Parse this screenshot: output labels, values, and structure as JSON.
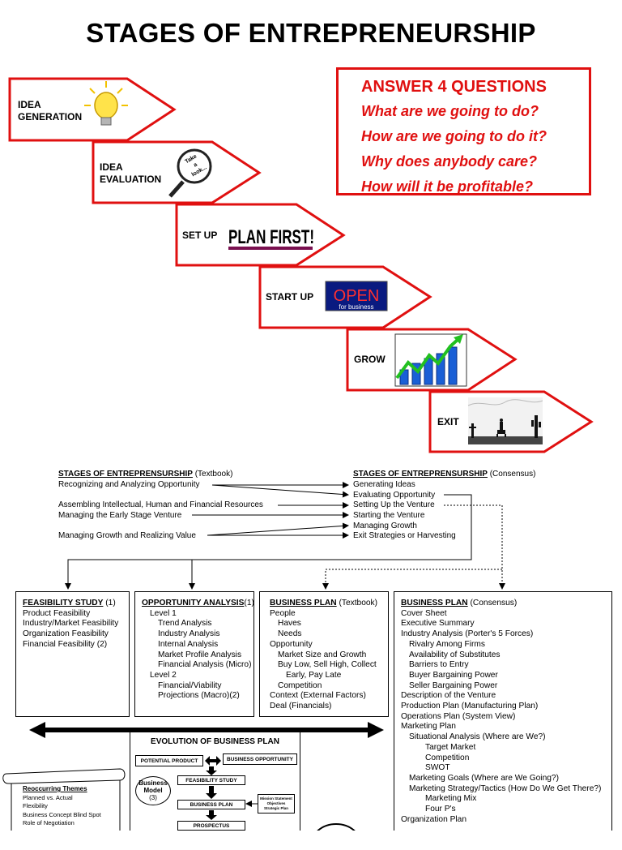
{
  "title": "STAGES OF ENTREPRENEURSHIP",
  "stages": [
    {
      "label_lines": [
        "IDEA",
        "GENERATION"
      ],
      "icon": "light-bulb-icon"
    },
    {
      "label_lines": [
        "IDEA",
        "EVALUATION"
      ],
      "icon": "magnifier-icon",
      "icon_text": [
        "Take",
        "a",
        "look..."
      ]
    },
    {
      "label_lines": [
        "SET UP"
      ],
      "icon": "plan-first-sign",
      "icon_text": [
        "PLAN FIRST!"
      ]
    },
    {
      "label_lines": [
        "START UP"
      ],
      "icon": "open-sign",
      "icon_text": [
        "OPEN",
        "for business"
      ]
    },
    {
      "label_lines": [
        "GROW"
      ],
      "icon": "growth-chart-icon"
    },
    {
      "label_lines": [
        "EXIT"
      ],
      "icon": "desert-rider-icon"
    }
  ],
  "questions": {
    "heading": "ANSWER 4 QUESTIONS",
    "items": [
      "What are we going to do?",
      "How are we going to do it?",
      "Why does anybody care?",
      "How will it be profitable?"
    ]
  },
  "textbook_stages": {
    "heading": "STAGES OF ENTREPRENSURSHIP",
    "suffix": " (Textbook)",
    "items": [
      "Recognizing and Analyzing Opportunity",
      "Assembling Intellectual, Human and Financial Resources",
      "Managing the Early Stage Venture",
      "Managing Growth and Realizing Value"
    ]
  },
  "consensus_stages": {
    "heading": "STAGES OF ENTREPRENSURSHIP",
    "suffix": " (Consensus)",
    "items": [
      "Generating Ideas",
      "Evaluating Opportunity",
      "Setting Up the Venture",
      "Starting the Venture",
      "Managing Growth",
      "Exit Strategies or Harvesting"
    ]
  },
  "feasibility": {
    "heading": "FEASIBILITY STUDY",
    "suffix": " (1)",
    "items": [
      "Product Feasibility",
      "Industry/Market Feasibility",
      "Organization Feasibility",
      "Financial Feasibility (2)"
    ]
  },
  "opportunity": {
    "heading": "OPPORTUNITY ANALYSIS",
    "suffix": "(1)",
    "items": [
      {
        "t": "Level 1",
        "i": 1
      },
      {
        "t": "Trend Analysis",
        "i": 2
      },
      {
        "t": "Industry Analysis",
        "i": 2
      },
      {
        "t": "Internal Analysis",
        "i": 2
      },
      {
        "t": "Market Profile Analysis",
        "i": 2
      },
      {
        "t": "Financial Analysis (Micro)",
        "i": 2
      },
      {
        "t": "Level 2",
        "i": 1
      },
      {
        "t": "Financial/Viability",
        "i": 2
      },
      {
        "t": "Projections (Macro)(2)",
        "i": 2
      }
    ]
  },
  "bp_textbook": {
    "heading": "BUSINESS PLAN",
    "suffix": " (Textbook)",
    "items": [
      {
        "t": "People",
        "i": 0
      },
      {
        "t": "Haves",
        "i": 1
      },
      {
        "t": "Needs",
        "i": 1
      },
      {
        "t": "Opportunity",
        "i": 0
      },
      {
        "t": "Market Size and Growth",
        "i": 1
      },
      {
        "t": "Buy Low, Sell High, Collect",
        "i": 1
      },
      {
        "t": "Early, Pay Late",
        "i": 2
      },
      {
        "t": "Competition",
        "i": 1
      },
      {
        "t": "Context (External Factors)",
        "i": 0
      },
      {
        "t": "Deal (Financials)",
        "i": 0
      }
    ]
  },
  "bp_consensus": {
    "heading": "BUSINESS PLAN",
    "suffix": " (Consensus)",
    "items": [
      {
        "t": "Cover Sheet",
        "i": 0
      },
      {
        "t": "Executive Summary",
        "i": 0
      },
      {
        "t": "Industry Analysis (Porter's 5 Forces)",
        "i": 0
      },
      {
        "t": "Rivalry Among Firms",
        "i": 1
      },
      {
        "t": "Availability of Substitutes",
        "i": 1
      },
      {
        "t": "Barriers to Entry",
        "i": 1
      },
      {
        "t": "Buyer Bargaining Power",
        "i": 1
      },
      {
        "t": "Seller Bargaining Power",
        "i": 1
      },
      {
        "t": "Description of the Venture",
        "i": 0
      },
      {
        "t": "Production Plan (Manufacturing Plan)",
        "i": 0
      },
      {
        "t": "Operations Plan (System View)",
        "i": 0
      },
      {
        "t": "Marketing Plan",
        "i": 0
      },
      {
        "t": "Situational Analysis (Where are We?)",
        "i": 1
      },
      {
        "t": "Target Market",
        "i": 2
      },
      {
        "t": "Competition",
        "i": 2
      },
      {
        "t": "SWOT",
        "i": 2
      },
      {
        "t": "Marketing Goals (Where are We Going?)",
        "i": 1
      },
      {
        "t": "Marketing Strategy/Tactics (How Do We Get There?)",
        "i": 1
      },
      {
        "t": "Marketing Mix",
        "i": 2
      },
      {
        "t": "Four P's",
        "i": 2
      },
      {
        "t": "Organization Plan",
        "i": 0
      }
    ]
  },
  "evolution": {
    "title": "EVOLUTION OF BUSINESS PLAN",
    "potential_product": "POTENTIAL PRODUCT",
    "business_opportunity": "BUSINESS OPPORTUNITY",
    "business_model": [
      "Business",
      "Model",
      "(3)"
    ],
    "feasibility_study": "FEASIBILITY STUDY",
    "business_plan": "BUSINESS PLAN",
    "prospectus": "PROSPECTUS",
    "mission": [
      "Mission Statement",
      "Objectives",
      "Strategic Plan"
    ]
  },
  "themes": {
    "heading": "Reoccurring Themes",
    "items": [
      "Planned vs. Actual",
      "Flexibility",
      "Business Concept Blind Spot",
      "Role of Negotiation"
    ]
  },
  "colors": {
    "accent": "#e01010"
  }
}
